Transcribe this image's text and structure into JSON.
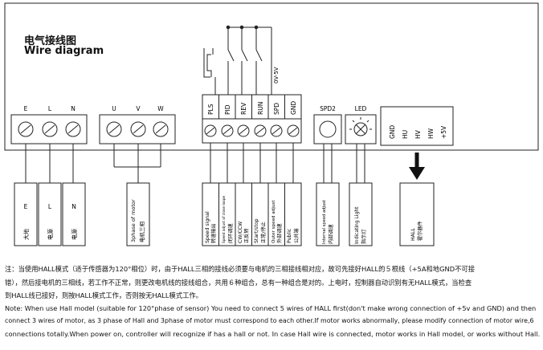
{
  "title": {
    "cn": "电气接线图",
    "en": "Wire diagram"
  },
  "terminal_groups": {
    "power": [
      "E",
      "L",
      "N"
    ],
    "motor": [
      "U",
      "V",
      "W"
    ],
    "control": [
      "PLS",
      "PID",
      "REV",
      "RUN",
      "SPD",
      "GND"
    ],
    "spd2": "SPD2",
    "led": "LED",
    "hall": [
      "GND",
      "HU",
      "HV",
      "HW",
      "+5V"
    ]
  },
  "voltage_label": "0V-5V",
  "bottom_labels": {
    "e": {
      "code": "E",
      "cn": "大地"
    },
    "l": {
      "code": "L",
      "cn": "电源"
    },
    "n": {
      "code": "N",
      "cn": "电源"
    },
    "motor": {
      "en": "3phase of motor",
      "cn": "电机三相"
    },
    "pls": {
      "en": "Speed signal",
      "cn": "转速输出"
    },
    "pid": {
      "en": "Speed adjust of close loope",
      "cn": "闭环调速"
    },
    "rev": {
      "en": "CW/CCW",
      "cn": "正反转"
    },
    "run": {
      "en": "Start/stop",
      "cn": "正常/停止"
    },
    "spd": {
      "en": "Outer speed adjust",
      "cn": "外部调速"
    },
    "gnd": {
      "en": "Public",
      "cn": "公共端"
    },
    "spd2": {
      "en": "Internal speed adjust",
      "cn": "内部调速"
    },
    "led": {
      "en": "Indicating Light",
      "cn": "指示灯"
    },
    "hall": {
      "en": "HALL",
      "cn": "霍尔器件"
    }
  },
  "notes": {
    "cn_1": "注：当使用HALL模式（适于传感器为120°相位）时，由于HALL三相的接线必须要与电机的三相接线相对应，故可先接好HALL的５根线（+5A和地GND不可接",
    "cn_2": "错），然后接电机的三相线，若工作不正常，则更改电机线的接线组合，共用６种组合，总有一种组合是对的。上电时，控制器自动识别有无HALL模式，当检查",
    "cn_3": "到HALL线已接好，则按HALL模式工作，否则按无HALL模式工作。",
    "en_1": "Note: When use Hall model (suitable for 120°phase of sensor) You need to connect 5 wires of HALL first(don't make wrong connection of +5v and GND) and then",
    "en_2": "connect 3 wires of motor, as 3 phase of Hall and 3phase of motor must correspond to each other.If motor works abnormally, please modify connection of motor wire,6",
    "en_3": "connections totally.When power on, controller will recognize if has a hall or not. In case Hall wire is connected, motor works in Hall model, or works without Hall."
  }
}
